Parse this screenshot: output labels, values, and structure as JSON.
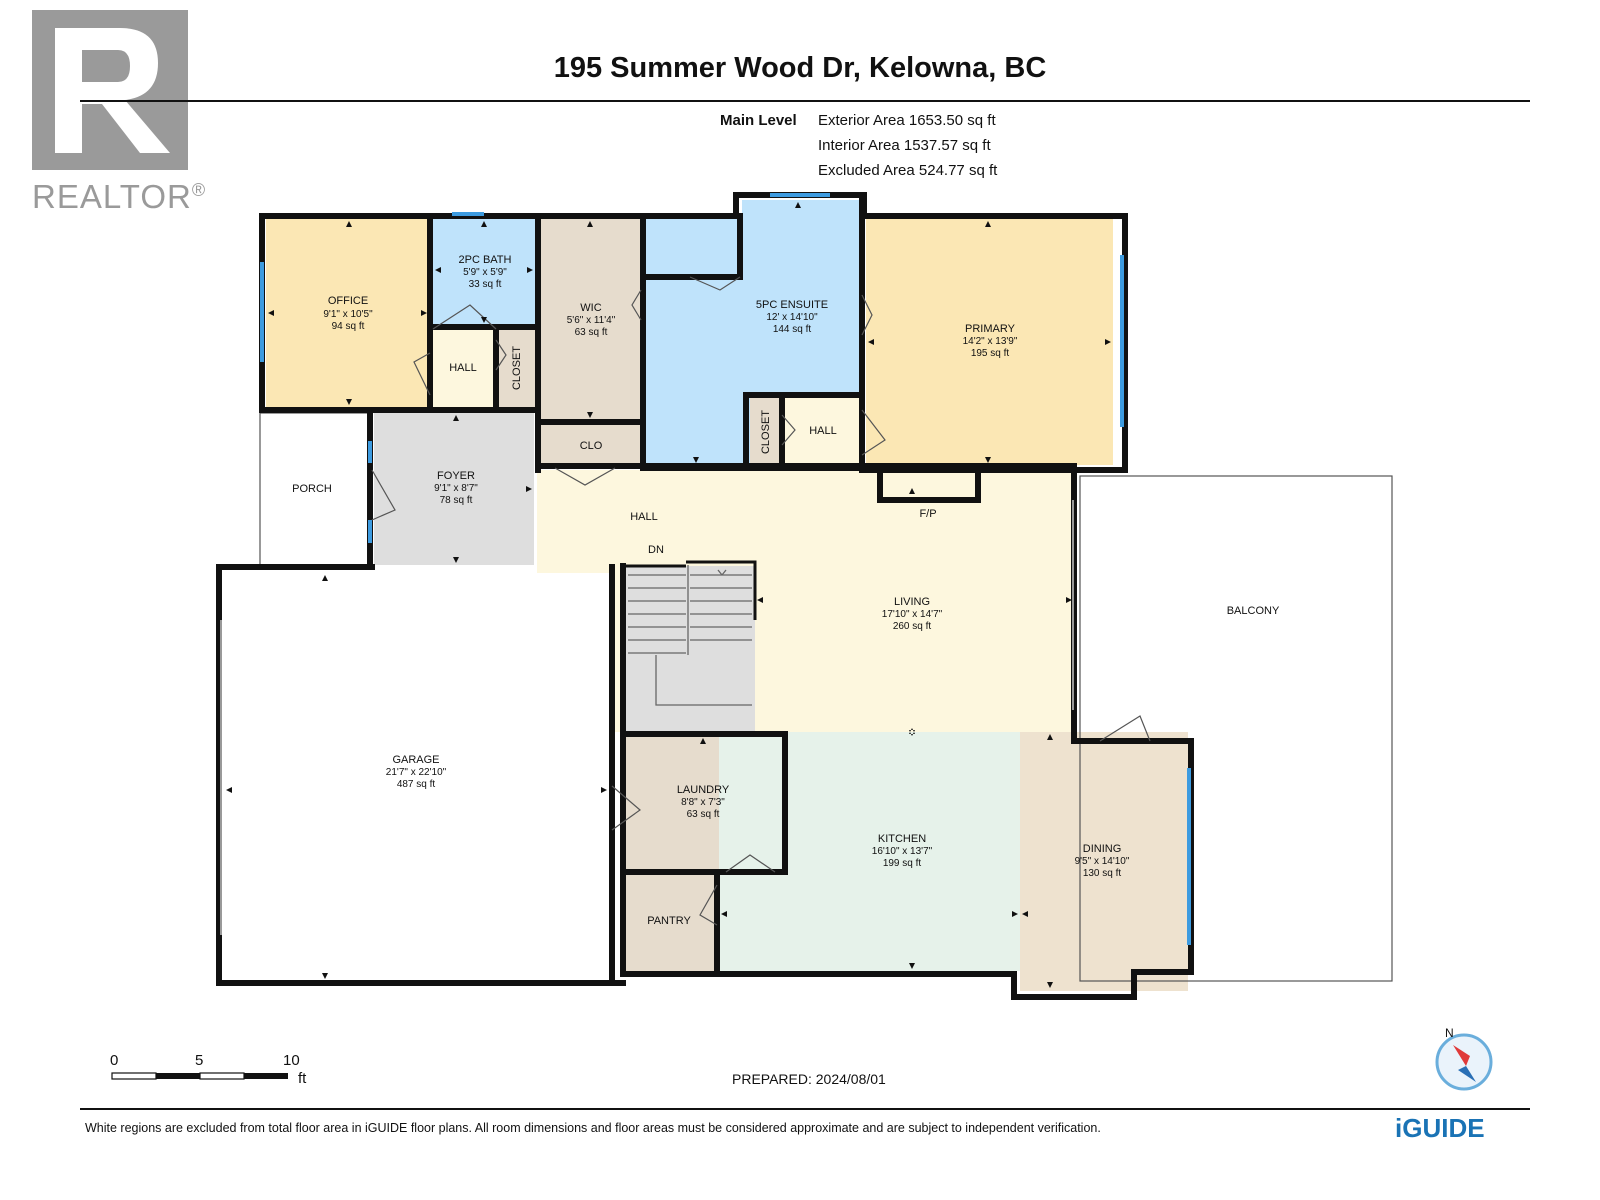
{
  "header": {
    "title": "195 Summer Wood Dr, Kelowna, BC",
    "level_label": "Main Level",
    "areas": [
      "Exterior Area 1653.50 sq ft",
      "Interior Area 1537.57 sq ft",
      "Excluded Area 524.77 sq ft"
    ]
  },
  "logo": {
    "text": "REALTOR",
    "mark": "®"
  },
  "rooms": {
    "office": {
      "name": "OFFICE",
      "dim": "9'1\" x 10'5\"",
      "area": "94 sq ft"
    },
    "bath2": {
      "name": "2PC BATH",
      "dim": "5'9\" x 5'9\"",
      "area": "33 sq ft"
    },
    "wic": {
      "name": "WIC",
      "dim": "5'6\" x 11'4\"",
      "area": "63 sq ft"
    },
    "ensuite": {
      "name": "5PC ENSUITE",
      "dim": "12' x 14'10\"",
      "area": "144 sq ft"
    },
    "primary": {
      "name": "PRIMARY",
      "dim": "14'2\" x 13'9\"",
      "area": "195 sq ft"
    },
    "foyer": {
      "name": "FOYER",
      "dim": "9'1\" x 8'7\"",
      "area": "78 sq ft"
    },
    "living": {
      "name": "LIVING",
      "dim": "17'10\" x 14'7\"",
      "area": "260 sq ft"
    },
    "garage": {
      "name": "GARAGE",
      "dim": "21'7\" x 22'10\"",
      "area": "487 sq ft"
    },
    "laundry": {
      "name": "LAUNDRY",
      "dim": "8'8\" x 7'3\"",
      "area": "63 sq ft"
    },
    "kitchen": {
      "name": "KITCHEN",
      "dim": "16'10\" x 13'7\"",
      "area": "199 sq ft"
    },
    "dining": {
      "name": "DINING",
      "dim": "9'5\" x 14'10\"",
      "area": "130 sq ft"
    }
  },
  "labels": {
    "hall": "HALL",
    "closet": "CLOSET",
    "clo": "CLO",
    "porch": "PORCH",
    "dn": "DN",
    "fp": "F/P",
    "balcony": "BALCONY",
    "pantry": "PANTRY"
  },
  "scale": {
    "ticks": [
      "0",
      "5",
      "10"
    ],
    "unit": "ft"
  },
  "compass": {
    "label": "N"
  },
  "prepared": "PREPARED: 2024/08/01",
  "footer": "White regions are excluded from total floor area in iGUIDE floor plans. All room dimensions and floor areas must be considered approximate and are subject to independent verification.",
  "brand": "iGUIDE",
  "colors": {
    "office": "#fbe7b4",
    "bath": "#bfe3fb",
    "wic": "#e6dccd",
    "foyer": "#dedede",
    "living": "#fdf7de",
    "laundry": "#e6dccd",
    "kitchen": "#e6f2ea",
    "dining": "#eee2cf",
    "window": "#3d9be0",
    "wall": "#111111"
  }
}
